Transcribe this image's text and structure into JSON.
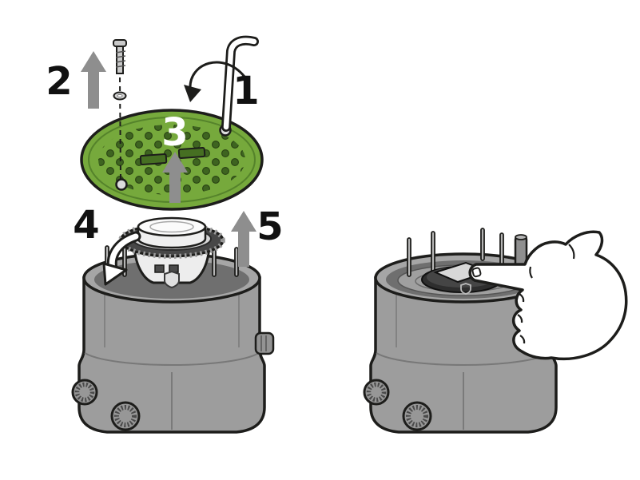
{
  "diagram": {
    "background_color": "#ffffff",
    "steps": {
      "s1": "1",
      "s2": "2",
      "s3": "3",
      "s4": "4",
      "s5": "5"
    },
    "colors": {
      "lid_green": "#76a93c",
      "lid_hole_green": "#3e6420",
      "outline": "#1d1d1b",
      "housing_gray": "#9d9d9d",
      "housing_rim_gray": "#a6a6a6",
      "interior_gray": "#6f6f6f",
      "arrow_gray": "#8e8e8e",
      "unit_white": "#f5f5f5",
      "ring_dark": "#474747",
      "module_dark": "#2e2e2e",
      "screen_gray": "#d8d8d8",
      "hand_white": "#ffffff"
    }
  }
}
